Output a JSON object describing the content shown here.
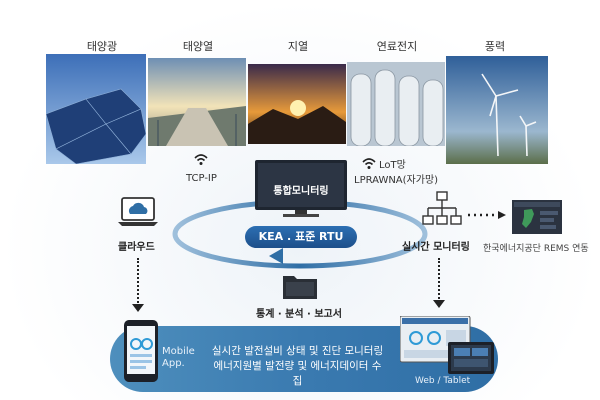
{
  "energy_sources": [
    {
      "label": "태양광"
    },
    {
      "label": "태양열"
    },
    {
      "label": "지열"
    },
    {
      "label": "연료전지"
    },
    {
      "label": "풍력"
    }
  ],
  "network": {
    "left": "TCP-IP",
    "right_line1": "LoT망",
    "right_line2": "LPRAWNA(자가망)"
  },
  "center": {
    "monitor": "통합모니터링",
    "badge": "KEA . 표준 RTU"
  },
  "nodes": {
    "cloud": "클라우드",
    "realtime": "실시간 모니터링",
    "rems": "한국에너지공단 REMS 연동",
    "stats": "통계 · 분석 · 보고서"
  },
  "bottom": {
    "mobile_line1": "Mobile",
    "mobile_line2": "App.",
    "text_line1": "실시간 발전설비 상태 및 진단 모니터링",
    "text_line2": "에너지원별  발전량 및 에너지데이터 수집",
    "web": "Web  /  Tablet"
  },
  "colors": {
    "accent": "#2c6fb3",
    "band": "#3a7ab0"
  }
}
